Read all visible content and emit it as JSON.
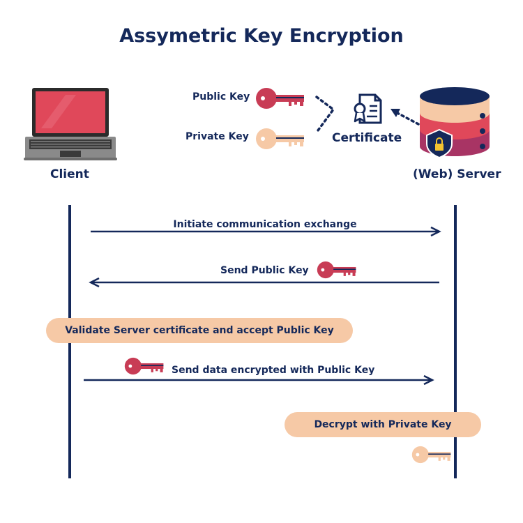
{
  "title": "Assymetric Key Encryption",
  "participants": {
    "client": "Client",
    "server": "(Web) Server"
  },
  "legend": {
    "public_key": "Public Key",
    "private_key": "Private Key",
    "certificate": "Certificate"
  },
  "messages": [
    {
      "text": "Initiate communication exchange"
    },
    {
      "text": "Send Public Key"
    },
    {
      "text": "Validate Server certificate and accept Public Key"
    },
    {
      "text": "Send data encrypted with Public Key"
    },
    {
      "text": "Decrypt with Private Key"
    }
  ],
  "colors": {
    "navy": "#14285a",
    "public_key": "#c83c55",
    "private_key": "#f6c9a6",
    "pill": "#f6c9a6",
    "laptop_screen": "#e0485a"
  }
}
